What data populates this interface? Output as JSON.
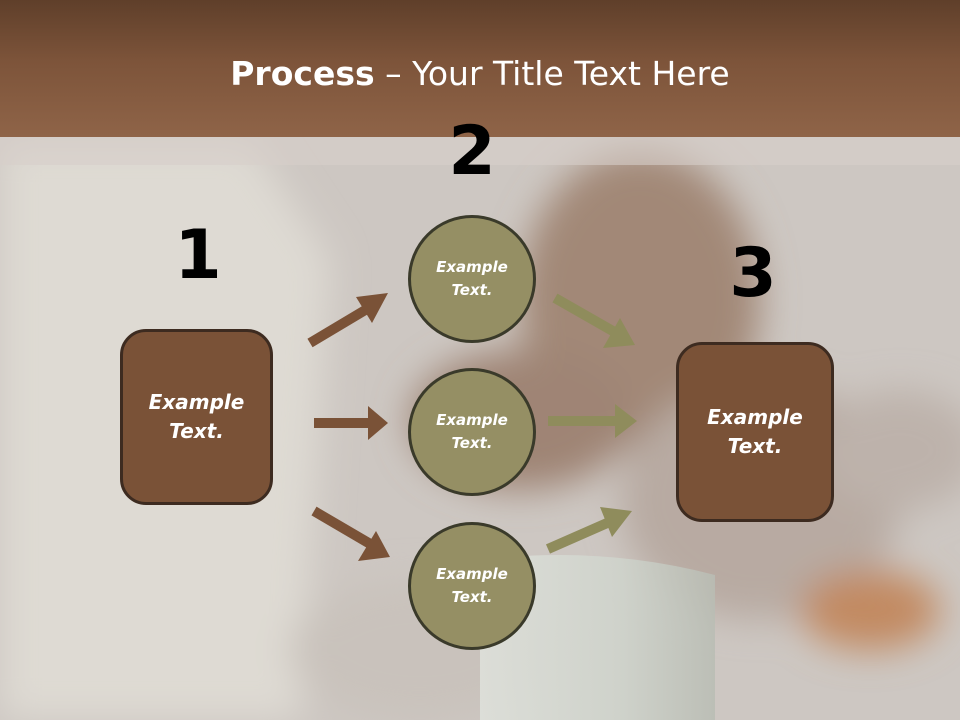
{
  "slide": {
    "title_bold": "Process",
    "title_rest": " – Your Title Text Here",
    "numbers": [
      "1",
      "2",
      "3"
    ],
    "left_box": "Example Text.",
    "right_box": "Example Text.",
    "circles": [
      "Example Text.",
      "Example Text.",
      "Example Text."
    ]
  },
  "colors": {
    "header": "#7d543a",
    "box_fill": "#7a5237",
    "circle_fill": "#958f64",
    "arrow_brown": "#7a5237",
    "arrow_olive": "#8f8c5c"
  }
}
